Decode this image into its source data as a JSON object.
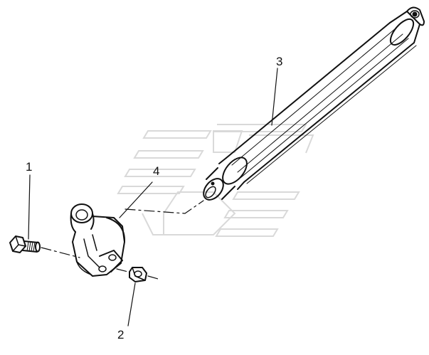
{
  "diagram": {
    "callouts": {
      "p1": "1",
      "p2": "2",
      "p3": "3",
      "p4": "4"
    },
    "colors": {
      "ink": "#111111",
      "watermark": "#d9d9d9",
      "background": "#ffffff"
    },
    "parts": [
      {
        "callout": "1",
        "icon": "hex-bolt-icon"
      },
      {
        "callout": "2",
        "icon": "hex-nut-icon"
      },
      {
        "callout": "3",
        "icon": "steering-shaft-icon"
      },
      {
        "callout": "4",
        "icon": "yoke-clamp-icon"
      }
    ]
  }
}
